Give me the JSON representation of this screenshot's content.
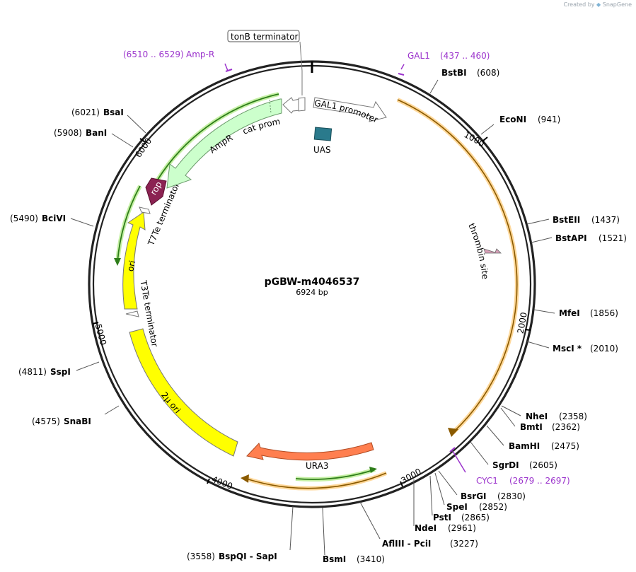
{
  "credit": {
    "text": "Created by",
    "brand": "SnapGene"
  },
  "plasmid": {
    "name": "pGBW-m4046537",
    "size_label": "6924 bp",
    "length": 6924
  },
  "ticks": [
    {
      "pos": 1000,
      "label": "1000"
    },
    {
      "pos": 2000,
      "label": "2000"
    },
    {
      "pos": 3000,
      "label": "3000"
    },
    {
      "pos": 4000,
      "label": "4000"
    },
    {
      "pos": 5000,
      "label": "5000"
    },
    {
      "pos": 6000,
      "label": "6000"
    }
  ],
  "sites": [
    {
      "name": "BstBI",
      "pos": "(608)"
    },
    {
      "name": "EcoNI",
      "pos": "(941)"
    },
    {
      "name": "BstEII",
      "pos": "(1437)"
    },
    {
      "name": "BstAPI",
      "pos": "(1521)"
    },
    {
      "name": "MfeI",
      "pos": "(1856)"
    },
    {
      "name": "MscI *",
      "pos": "(2010)"
    },
    {
      "name": "NheI",
      "pos": "(2358)"
    },
    {
      "name": "BmtI",
      "pos": "(2362)"
    },
    {
      "name": "BamHI",
      "pos": "(2475)"
    },
    {
      "name": "SgrDI",
      "pos": "(2605)"
    },
    {
      "name": "BsrGI",
      "pos": "(2830)"
    },
    {
      "name": "SpeI",
      "pos": "(2852)"
    },
    {
      "name": "PstI",
      "pos": "(2865)"
    },
    {
      "name": "NdeI",
      "pos": "(2961)"
    },
    {
      "name": "AflIII - PciI",
      "pos": "(3227)"
    },
    {
      "name": "BsmI",
      "pos": "(3410)"
    },
    {
      "name": "BspQI - SapI",
      "pos": "(3558)"
    },
    {
      "name": "SnaBI",
      "pos": "(4575)"
    },
    {
      "name": "SspI",
      "pos": "(4811)"
    },
    {
      "name": "BciVI",
      "pos": "(5490)"
    },
    {
      "name": "BanI",
      "pos": "(5908)"
    },
    {
      "name": "BsaI",
      "pos": "(6021)"
    }
  ],
  "primers": [
    {
      "name": "GAL1",
      "range": "(437 .. 460)"
    },
    {
      "name": "CYC1",
      "range": "(2679 .. 2697)"
    },
    {
      "name": "Amp-R",
      "range": "(6510 .. 6529)"
    }
  ],
  "features": {
    "tonB": "tonB terminator",
    "gal1": "GAL1 promoter",
    "uas": "UAS",
    "thrombin": "thrombin site",
    "ura3": "URA3",
    "twomu": "2μ ori",
    "t3te": "T3Te terminator",
    "ori": "ori",
    "t7te": "T7Te terminator",
    "rop": "rop",
    "ampr": "AmpR",
    "cat": "cat promoter"
  },
  "colors": {
    "backbone": "#222222",
    "orf": "#ffb347",
    "ura3": "#ff7f50",
    "yellow": "#ffff00",
    "ampr": "#ccffcc",
    "green": "#2e7d1a",
    "rop": "#8b2252",
    "uas": "#2a7a8c",
    "primer": "#9b33cc"
  }
}
